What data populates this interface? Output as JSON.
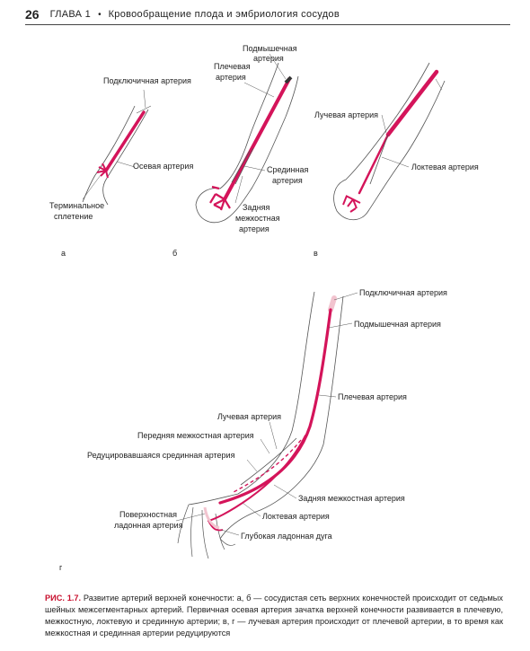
{
  "header": {
    "page_number": "26",
    "chapter": "ГЛАВА 1",
    "separator": "•",
    "title": "Кровообращение плода и эмбриология сосудов"
  },
  "figure": {
    "a": {
      "letter": "а",
      "labels": {
        "subclavian": "Подключичная артерия",
        "axial": "Осевая артерия",
        "terminal_1": "Терминальное",
        "terminal_2": "сплетение"
      }
    },
    "b": {
      "letter": "б",
      "labels": {
        "axillary_1": "Подмышечная",
        "axillary_2": "артерия",
        "brachial_1": "Плечевая",
        "brachial_2": "артерия",
        "median_1": "Срединная",
        "median_2": "артерия",
        "post_interosseous_1": "Задняя",
        "post_interosseous_2": "межкостная",
        "post_interosseous_3": "артерия"
      }
    },
    "c": {
      "letter": "в",
      "labels": {
        "radial": "Лучевая артерия",
        "ulnar": "Локтевая артерия"
      }
    },
    "d": {
      "letter": "г",
      "labels": {
        "subclavian": "Подключичная артерия",
        "axillary": "Подмышечная артерия",
        "brachial": "Плечевая артерия",
        "radial": "Лучевая артерия",
        "ant_interosseous": "Передняя межкостная артерия",
        "reduced_median": "Редуцировавшаяся срединная артерия",
        "post_interosseous": "Задняя межкостная артерия",
        "ulnar": "Локтевая артерия",
        "superficial_palmar_1": "Поверхностная",
        "superficial_palmar_2": "ладонная артерия",
        "deep_palmar_arch": "Глубокая ладонная дуга"
      }
    }
  },
  "caption": {
    "label": "РИС. 1.7.",
    "text": " Развитие артерий верхней конечности: а, б — сосудистая сеть верхних конечностей происходит от седьмых шейных межсегментарных артерий. Первичная осевая артерия зачатка верхней конечности развивается в плечевую, межкостную, локтевую и срединную артерии; в, г — лучевая артерия происходит от плечевой артерии, в то время как межкостная и срединная артерии редуцируются"
  },
  "colors": {
    "artery": "#d4145a",
    "outline": "#555555",
    "caption_label": "#c8102e",
    "vessel_pale": "#f2c4cf"
  }
}
